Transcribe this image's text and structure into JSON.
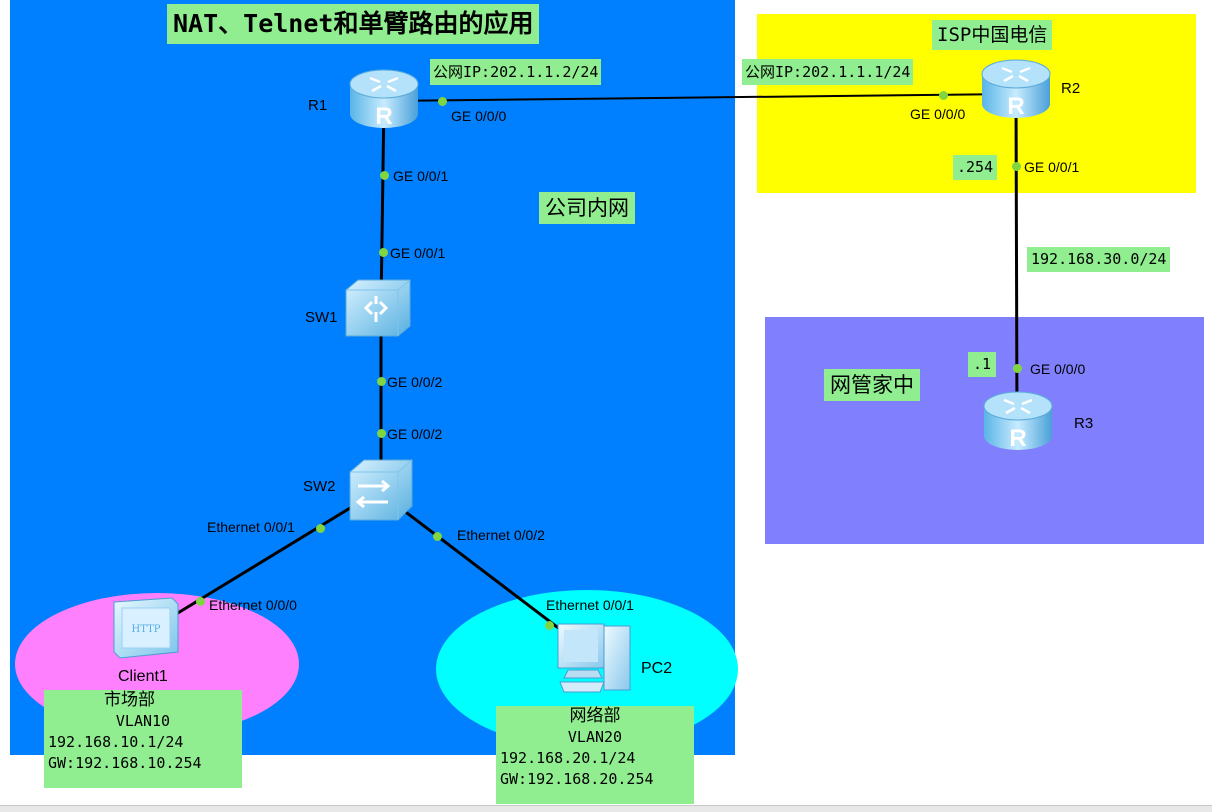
{
  "title": "NAT、Telnet和单臂路由的应用",
  "zones": {
    "intranet_label": "公司内网",
    "isp_label": "ISP中国电信",
    "netmgmt_label": "网管家中",
    "colors": {
      "intranet": "#0080ff",
      "isp": "#ffff00",
      "netmgmt": "#8080ff",
      "market": "#ff80ff",
      "network": "#00ffff",
      "note": "#90ee90",
      "link_dot": "#7fd640"
    }
  },
  "devices": {
    "r1": {
      "name": "R1",
      "icon": "router-icon"
    },
    "r2": {
      "name": "R2",
      "icon": "router-icon"
    },
    "r3": {
      "name": "R3",
      "icon": "router-icon"
    },
    "sw1": {
      "name": "SW1",
      "icon": "l3-switch-icon"
    },
    "sw2": {
      "name": "SW2",
      "icon": "l2-switch-icon"
    },
    "client1": {
      "name": "Client1",
      "icon": "http-client-icon"
    },
    "pc2": {
      "name": "PC2",
      "icon": "pc-icon"
    }
  },
  "ports": {
    "r1_ge000": "GE 0/0/0",
    "r1_ge001": "GE 0/0/1",
    "sw1_ge001": "GE 0/0/1",
    "sw1_ge002": "GE 0/0/2",
    "sw2_ge002": "GE 0/0/2",
    "sw2_eth001": "Ethernet 0/0/1",
    "sw2_eth002": "Ethernet 0/0/2",
    "client1_eth000": "Ethernet 0/0/0",
    "pc2_eth001": "Ethernet 0/0/1",
    "r2_ge000": "GE 0/0/0",
    "r2_ge001": "GE 0/0/1",
    "r3_ge000": "GE 0/0/0"
  },
  "notes": {
    "r1_public_ip": "公网IP:202.1.1.2/24",
    "r2_public_ip": "公网IP:202.1.1.1/24",
    "r2_host": ".254",
    "subnet_30": "192.168.30.0/24",
    "r3_host": ".1",
    "market": {
      "dept": "市场部",
      "vlan": "VLAN10",
      "ip": "192.168.10.1/24",
      "gw": "GW:192.168.10.254"
    },
    "network": {
      "dept": "网络部",
      "vlan": "VLAN20",
      "ip": "192.168.20.1/24",
      "gw": "GW:192.168.20.254"
    }
  }
}
